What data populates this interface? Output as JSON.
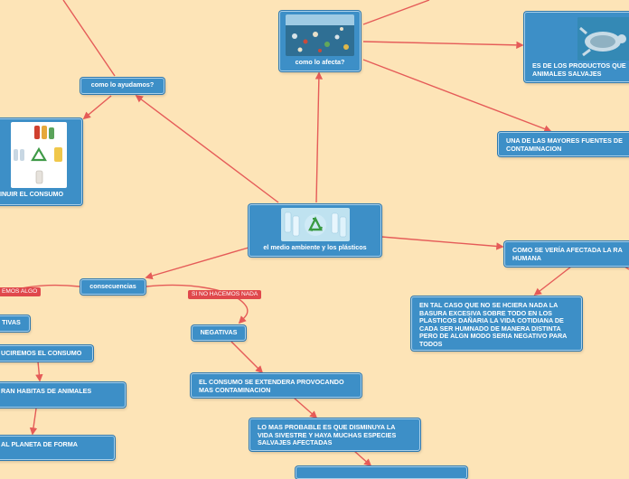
{
  "nodes": {
    "center": "el medio ambiente y los plásticos",
    "affects": "como lo afecta?",
    "help": "como lo ayudamos?",
    "reduce_consumption": "MINUIR EL CONSUMO",
    "wild_animals": "ES DE LOS PRODUCTOS QUE ANIMALES SALVAJES",
    "main_sources": "UNA DE LAS MAYORES FUENTES DE CONTAMINACION",
    "human_life": "COMO SE VERÍA AFECTADA LA RA HUMANA",
    "in_that_case": "EN TAL CASO QUE NO SE HCIERA NADA LA BASURA EXCESIVA SOBRE TODO EN LOS PLASTICOS DAÑARIA LA VIDA COTIDIANA DE CADA SER HUMNADO DE MANERA DISTINTA PERO DE ALGN MODO SERIA NEGATIVO PARA TODOS",
    "consequences": "consecuencias",
    "negative": "NEGATIVAS",
    "positive": "TIVAS",
    "we_reduce": "UCIREMOS EL CONSUMO",
    "habitats": "RAN HABITAS DE ANIMALES",
    "planet": "AL PLANETA DE FORMA",
    "consumption_extend": "EL CONSUMO SE EXTENDERA PROVOCANDO MAS CONTAMINACION",
    "species_decrease": "LO MAS PROBABLE ES QUE DISMINUYA LA VIDA SIVESTRE Y HAYA MUCHAS ESPECIES SALVAJES AFECTADAS"
  },
  "tags": {
    "if_nothing": "SI NO HACEMOS NADA",
    "if_something": "EMOS ALGO"
  },
  "colors": {
    "background": "#fde4b7",
    "node": "#3d8fc7",
    "link": "#e55b58",
    "tag": "#e0484c"
  },
  "icons": {
    "center_image": "recycle-bottles-image",
    "affects_image": "ocean-plastic-image",
    "reduce_image": "recycle-products-image",
    "wild_image": "sea-turtle-image"
  }
}
